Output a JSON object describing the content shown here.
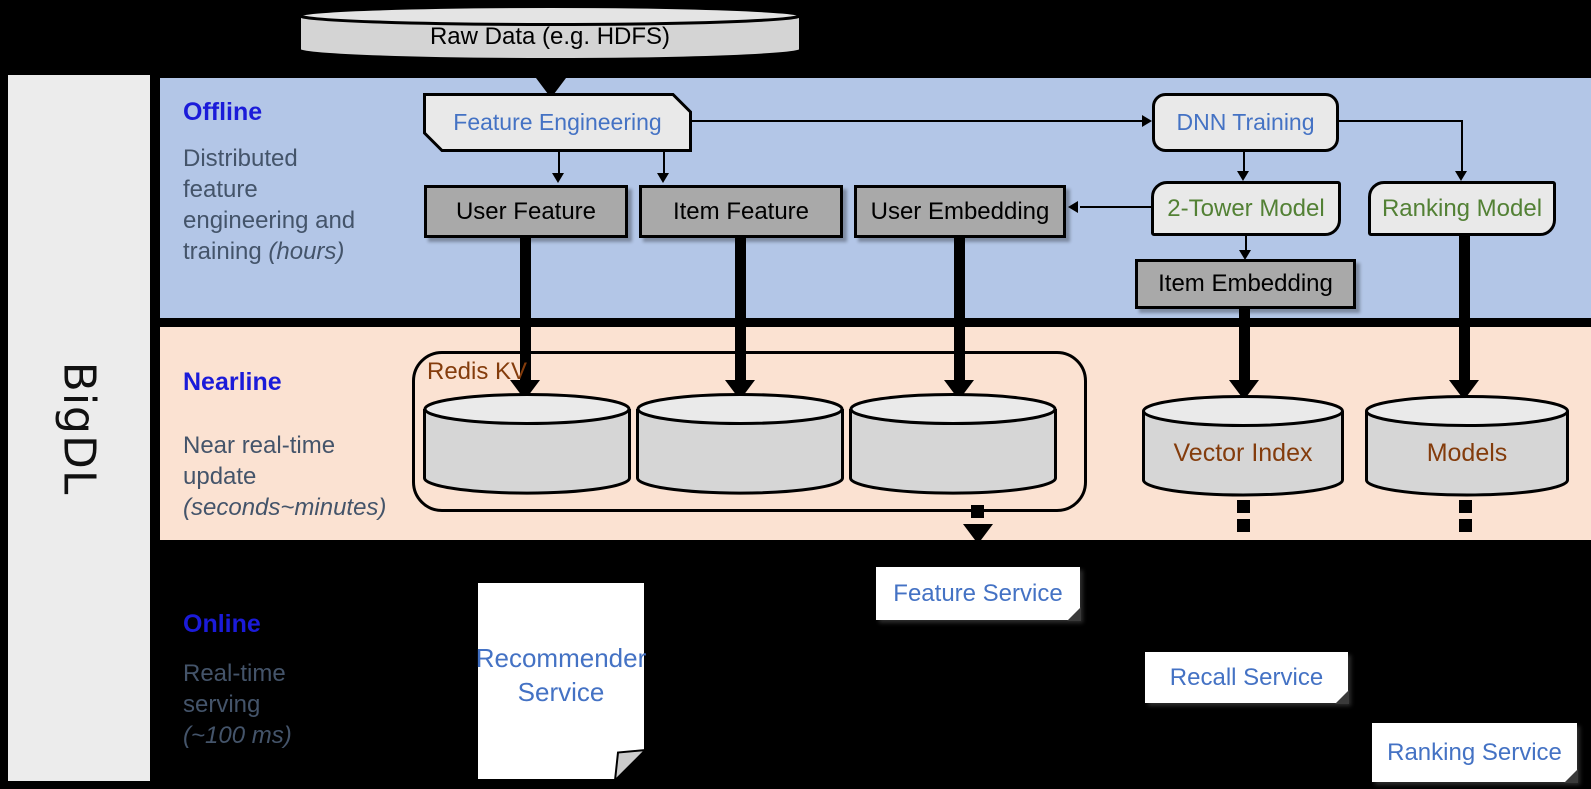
{
  "title": "BigDL",
  "colors": {
    "offline_band": "#b3c6e7",
    "nearline_band": "#fbe2d2",
    "online_band": "#000000",
    "sidebar": "#ececec",
    "section_label_blue": "#1b1bd9",
    "section_desc_gray": "#44546a",
    "node_text_blue": "#4472c4",
    "node_text_green": "#538135",
    "store_text_brown": "#843c0c",
    "gray_box": "#a9a9a9",
    "light_shape": "#e9e9e9",
    "cylinder_fill": "#d6d6d6"
  },
  "raw_data": {
    "label": "Raw Data (e.g. HDFS)"
  },
  "sections": {
    "offline": {
      "label": "Offline",
      "desc": "Distributed\nfeature\nengineering and\ntraining ",
      "desc_italic": "(hours)"
    },
    "nearline": {
      "label": "Nearline",
      "desc": "Near real-time\nupdate\n",
      "desc_italic": "(seconds~minutes)"
    },
    "online": {
      "label": "Online",
      "desc": "Real-time\nserving\n",
      "desc_italic": "(~100 ms)"
    }
  },
  "nodes": {
    "feature_engineering": "Feature Engineering",
    "dnn_training": "DNN Training",
    "user_feature": "User Feature",
    "item_feature": "Item Feature",
    "user_embedding": "User Embedding",
    "two_tower_model": "2-Tower Model",
    "ranking_model": "Ranking Model",
    "item_embedding": "Item Embedding",
    "redis_kv": "Redis KV",
    "vector_index": "Vector Index",
    "models": "Models"
  },
  "services": {
    "recommender": "Recommender Service",
    "feature": "Feature Service",
    "recall": "Recall Service",
    "ranking": "Ranking Service"
  }
}
